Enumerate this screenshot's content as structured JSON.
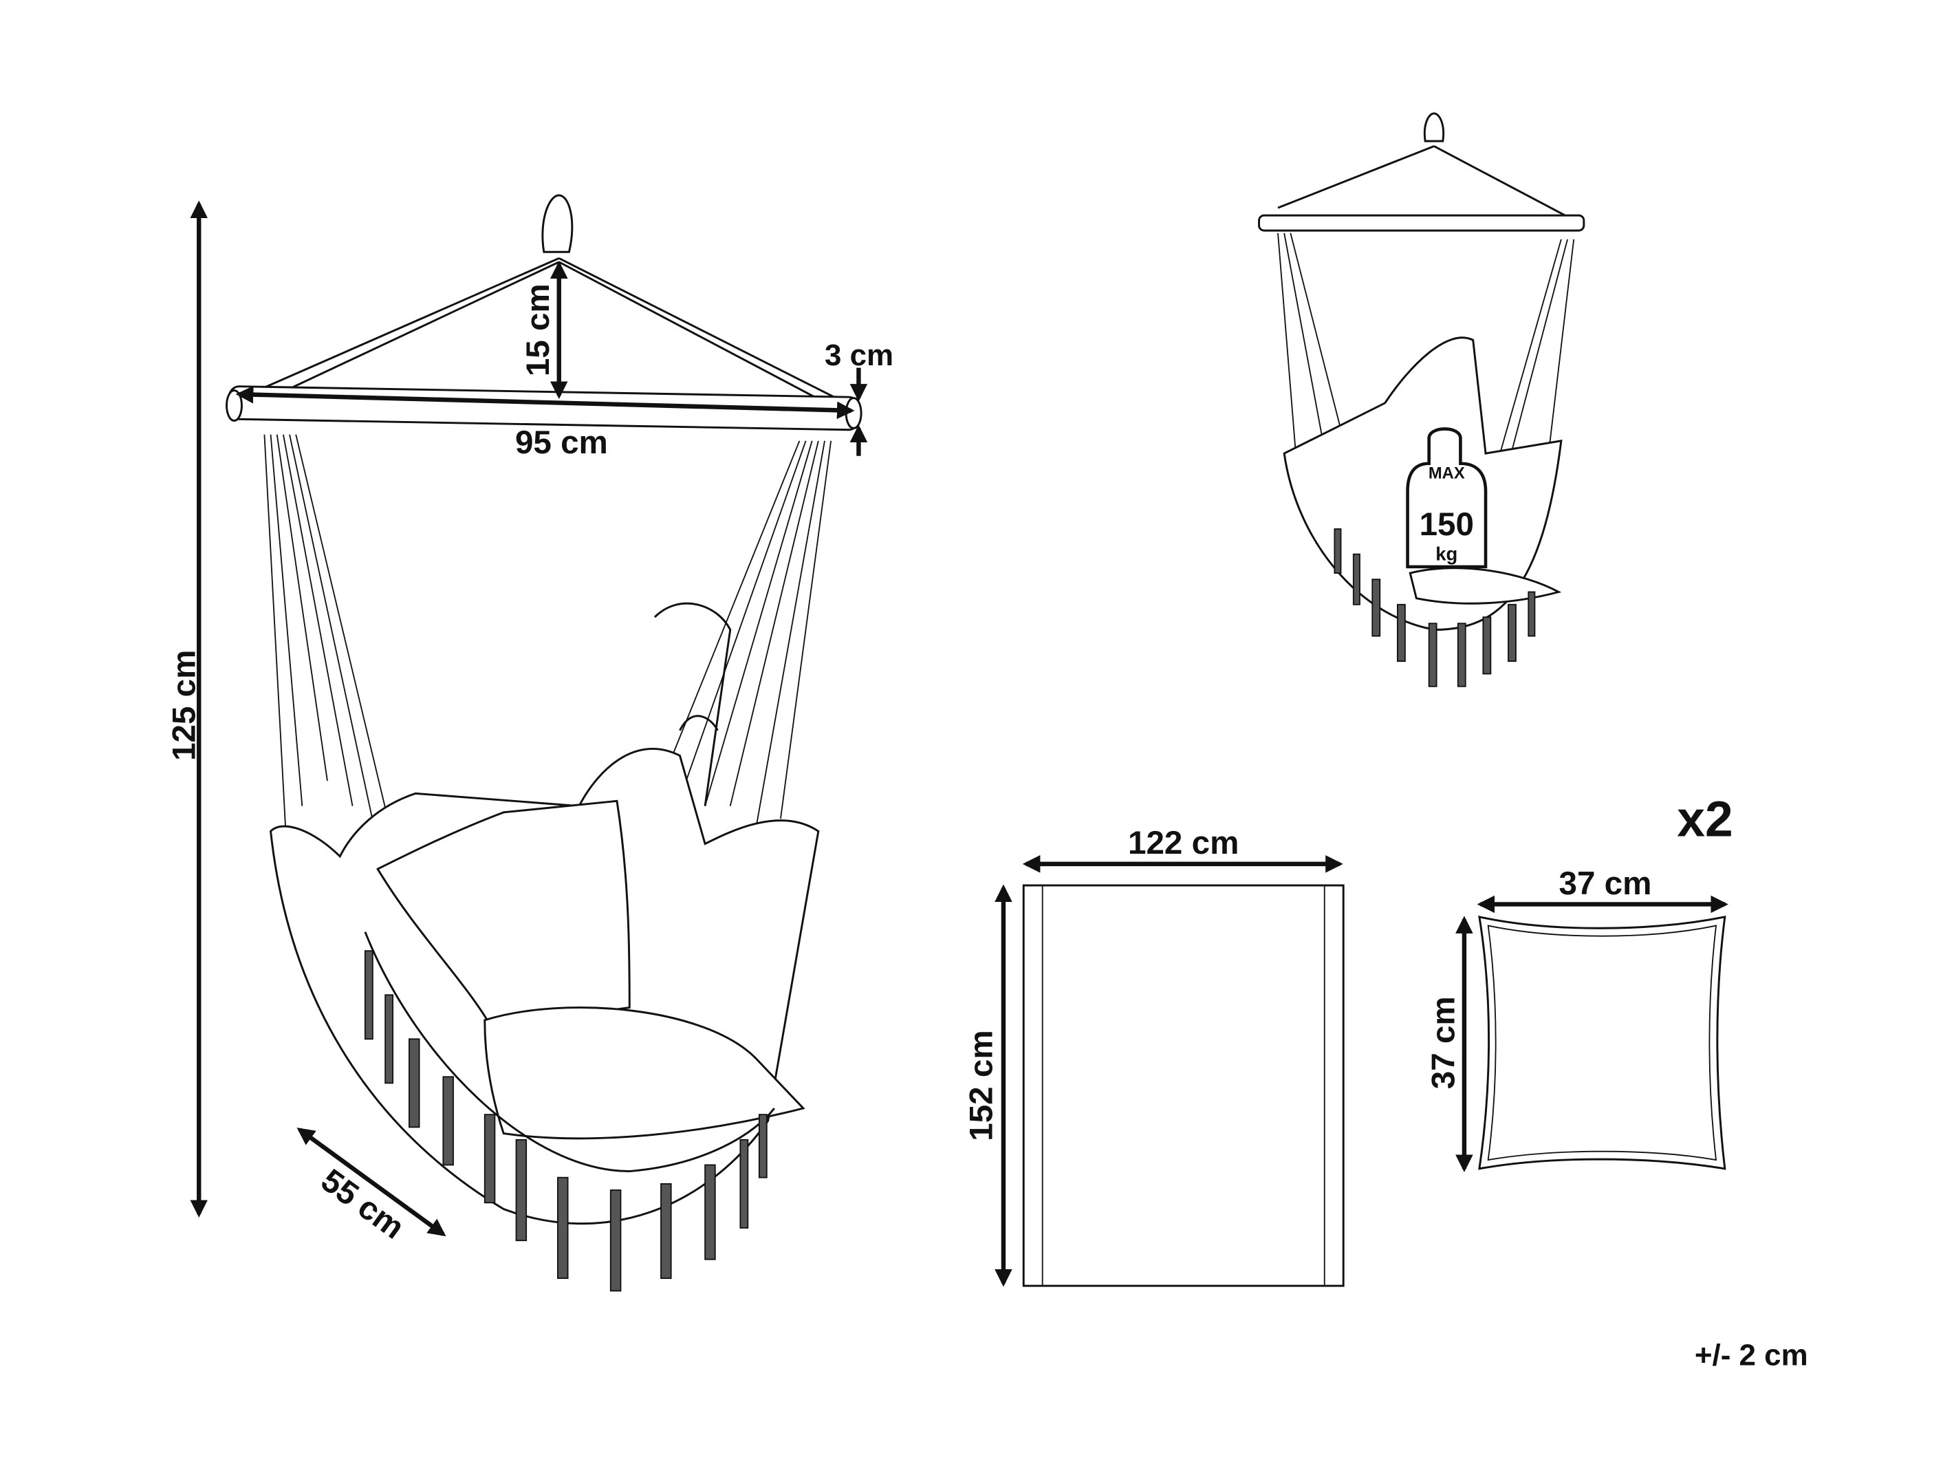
{
  "chair_dimensions": {
    "rope_height": "15 cm",
    "bar_diameter": "3 cm",
    "bar_length": "95 cm",
    "total_height": "125 cm",
    "depth": "55 cm"
  },
  "max_load": {
    "max": "MAX",
    "value": "150",
    "unit": "kg"
  },
  "blanket": {
    "width": "122 cm",
    "height": "152 cm"
  },
  "cushion": {
    "quantity": "x2",
    "width": "37 cm",
    "height": "37 cm"
  },
  "tolerance": "+/- 2 cm",
  "colors": {
    "line": "#111111",
    "background": "#ffffff"
  }
}
